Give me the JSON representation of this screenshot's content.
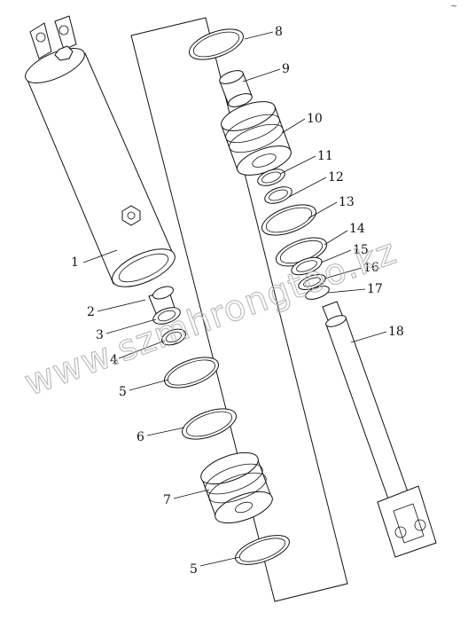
{
  "labels": [
    "1",
    "2",
    "3",
    "4",
    "5",
    "6",
    "7",
    "5",
    "8",
    "9",
    "10",
    "11",
    "12",
    "13",
    "14",
    "15",
    "16",
    "17",
    "18"
  ],
  "watermark": "www.szmhrongtoo.kz",
  "corner_mark": "~"
}
